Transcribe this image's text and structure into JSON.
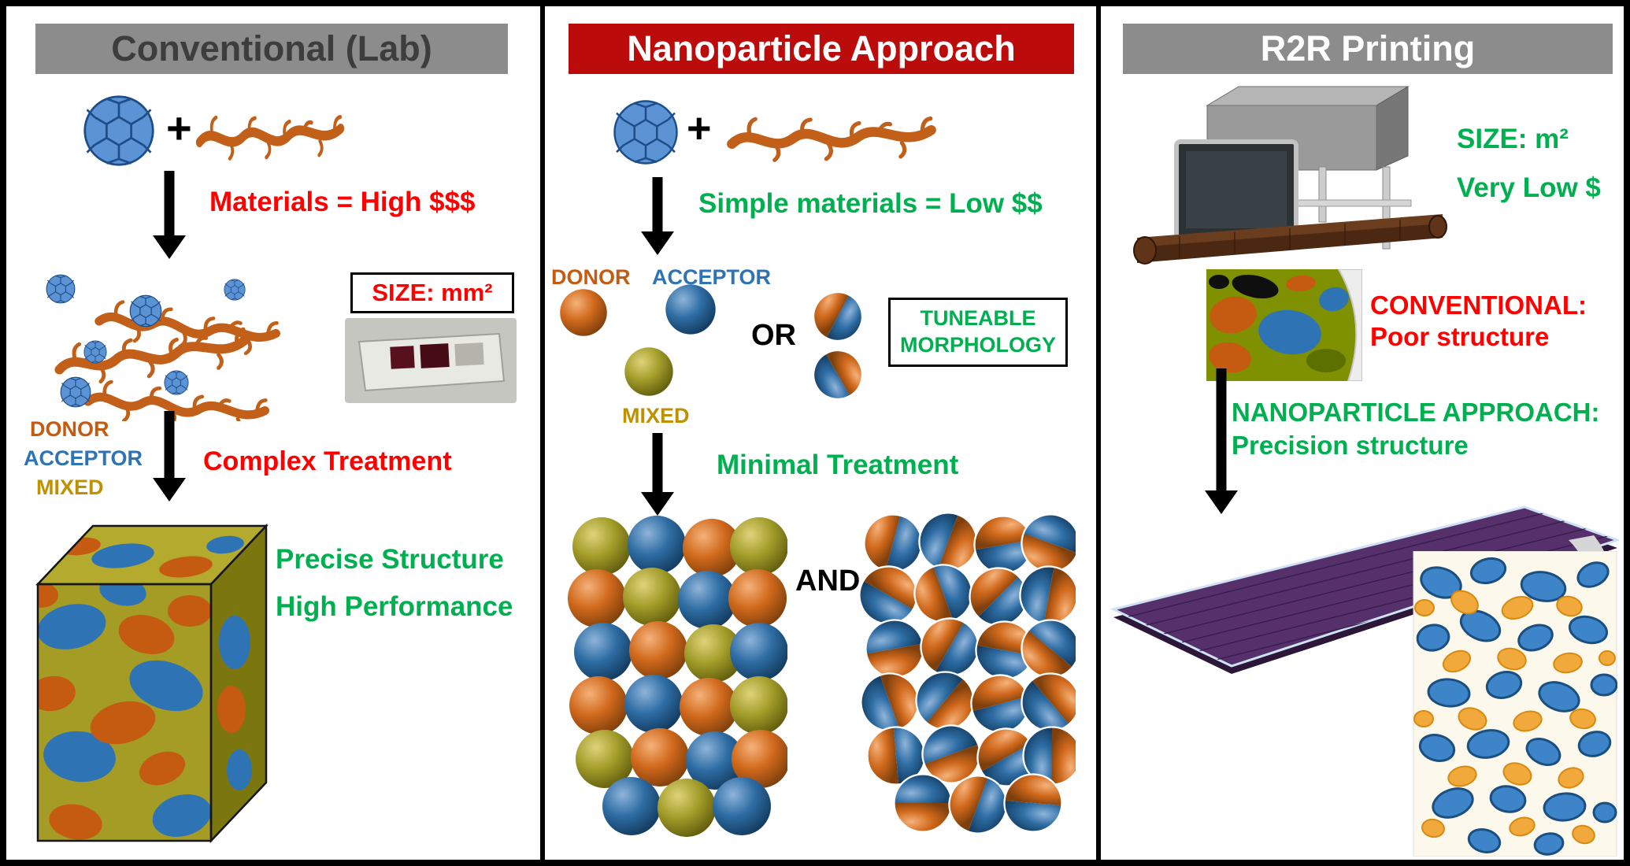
{
  "colors": {
    "header_gray": "#8c8c8c",
    "header_red": "#bb0b0b",
    "text_red": "#fe0000",
    "text_green": "#00b050",
    "donor_orange": "#c55a11",
    "acceptor_blue": "#2e74b5",
    "mixed_olive": "#bf9000"
  },
  "panel_conventional": {
    "title": "Conventional (Lab)",
    "plus": "+",
    "materials_cost": "Materials = High $$$",
    "size_box": "SIZE: mm²",
    "legend_donor": "DONOR",
    "legend_acceptor": "ACCEPTOR",
    "legend_mixed": "MIXED",
    "treatment": "Complex Treatment",
    "result_line1": "Precise Structure",
    "result_line2": "High Performance"
  },
  "panel_nanoparticle": {
    "title": "Nanoparticle Approach",
    "plus": "+",
    "materials_cost": "Simple materials = Low $$",
    "label_donor": "DONOR",
    "label_acceptor": "ACCEPTOR",
    "label_mixed": "MIXED",
    "or": "OR",
    "and": "AND",
    "tuneable_box": "TUNEABLE MORPHOLOGY",
    "treatment": "Minimal Treatment"
  },
  "panel_r2r": {
    "title": "R2R Printing",
    "size": "SIZE: m²",
    "cost": "Very Low $",
    "conventional_label": "CONVENTIONAL:",
    "conventional_result": "Poor structure",
    "nanoparticle_label": "NANOPARTICLE APPROACH:",
    "nanoparticle_result": "Precision structure"
  }
}
